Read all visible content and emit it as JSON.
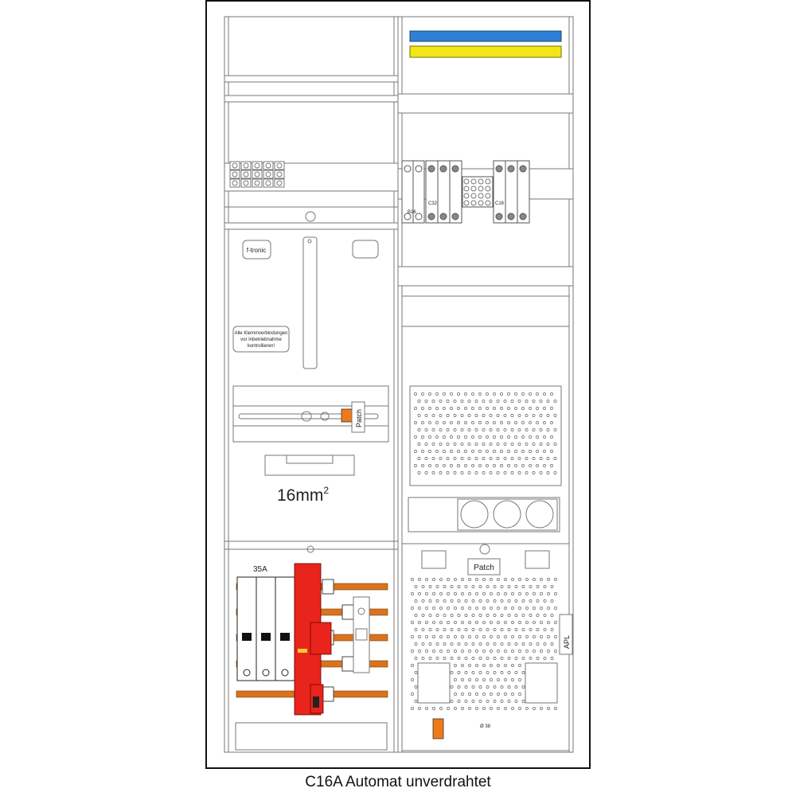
{
  "caption": "C16A Automat unverdrahtet",
  "left_panel": {
    "brand": "f-tronic",
    "warning_label": [
      "Alle Klemmverbindungen",
      "vor Inbetriebnahme",
      "kontrollieren!"
    ],
    "patch_label": "Patch",
    "cable_size": "16mm",
    "cable_size_sup": "2",
    "main_fuse_label": "35A"
  },
  "right_panel": {
    "breaker_labels": [
      "B16",
      "C32",
      "C16"
    ],
    "patch_label": "Patch",
    "apl_label": "APL",
    "hole_label": "Ø 38"
  },
  "colors": {
    "neutral_bus": "#2f7fd6",
    "pe_bus": "#f2e619",
    "surge_protector": "#e8241c",
    "busbar": "#d9731e",
    "terminal_orange": "#f07a1a"
  }
}
